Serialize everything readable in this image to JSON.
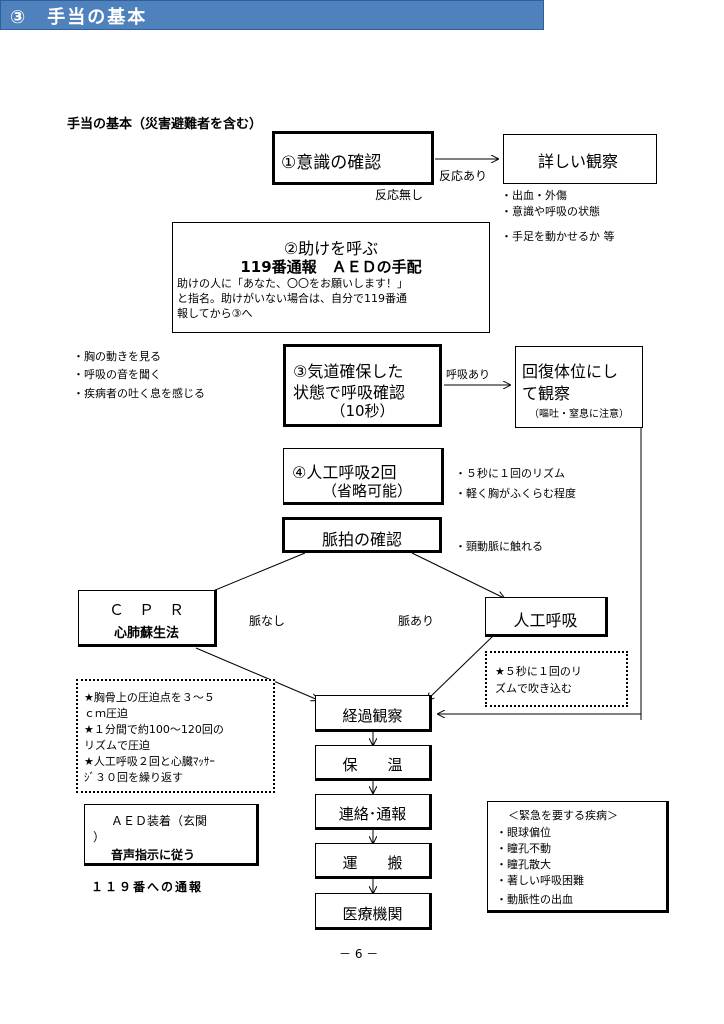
{
  "banner": {
    "title": "③　手当の基本"
  },
  "subtitle": "手当の基本（災害避難者を含む）",
  "consciousness": {
    "label": "①意識の確認",
    "yes": "反応あり",
    "no": "反応無し"
  },
  "detail": {
    "label": "詳しい観察",
    "notes": [
      "・出血・外傷",
      "・意識や呼吸の状態",
      "・手足を動かせるか 等"
    ]
  },
  "help": {
    "title": "②助けを呼ぶ",
    "line2": "119番通報　ＡＥＤの手配",
    "body": [
      "助けの人に「あなた、〇〇をお願いします！」",
      "と指名。助けがいない場合は、自分で119番通",
      "報してから③へ"
    ]
  },
  "airway_notes": [
    "・胸の動きを見る",
    "・呼吸の音を聞く",
    "・疾病者の吐く息を感じる"
  ],
  "airway": {
    "line1": "③気道確保した",
    "line2": "状態で呼吸確認",
    "line3": "（10秒）",
    "yes": "呼吸あり"
  },
  "recovery": {
    "line1": "回復体位にし",
    "line2": "て観察",
    "note": "（嘔吐・窒息に注意）"
  },
  "artificial": {
    "line1": "④人工呼吸2回",
    "line2": "（省略可能）",
    "notes": [
      "・５秒に１回のリズム",
      "・軽く胸がふくらむ程度"
    ]
  },
  "pulse": {
    "label": "脈拍の確認",
    "note": "・頸動脈に触れる",
    "no": "脈なし",
    "yes": "脈あり"
  },
  "cpr": {
    "line1": "Ｃ　Ｐ　Ｒ",
    "line2": "心肺蘇生法"
  },
  "rescue": {
    "label": "人工呼吸",
    "note": [
      "★５秒に１回のリ",
      "ズムで吹き込む"
    ]
  },
  "cpr_notes": [
    "★胸骨上の圧迫点を３～５",
    "ｃｍ圧迫",
    "★１分間で約100～120回の",
    "リズムで圧迫",
    "★人工呼吸２回と心臓ﾏｯｻｰ",
    "ｼﾞ３０回を繰り返す"
  ],
  "aed": {
    "line1": "ＡＥＤ装着（玄関",
    "line2": "）",
    "line3": "音声指示に従う"
  },
  "call119": "１１９番への通報",
  "steps": [
    "経過観察",
    "保　　温",
    "連絡･通報",
    "運　　搬",
    "医療機関"
  ],
  "emergency": {
    "title": "＜緊急を要する疾病＞",
    "items": [
      "・眼球偏位",
      "・瞳孔不動",
      "・瞳孔散大",
      "・著しい呼吸困難",
      "・動脈性の出血"
    ]
  },
  "page_number": "－ 6 －"
}
